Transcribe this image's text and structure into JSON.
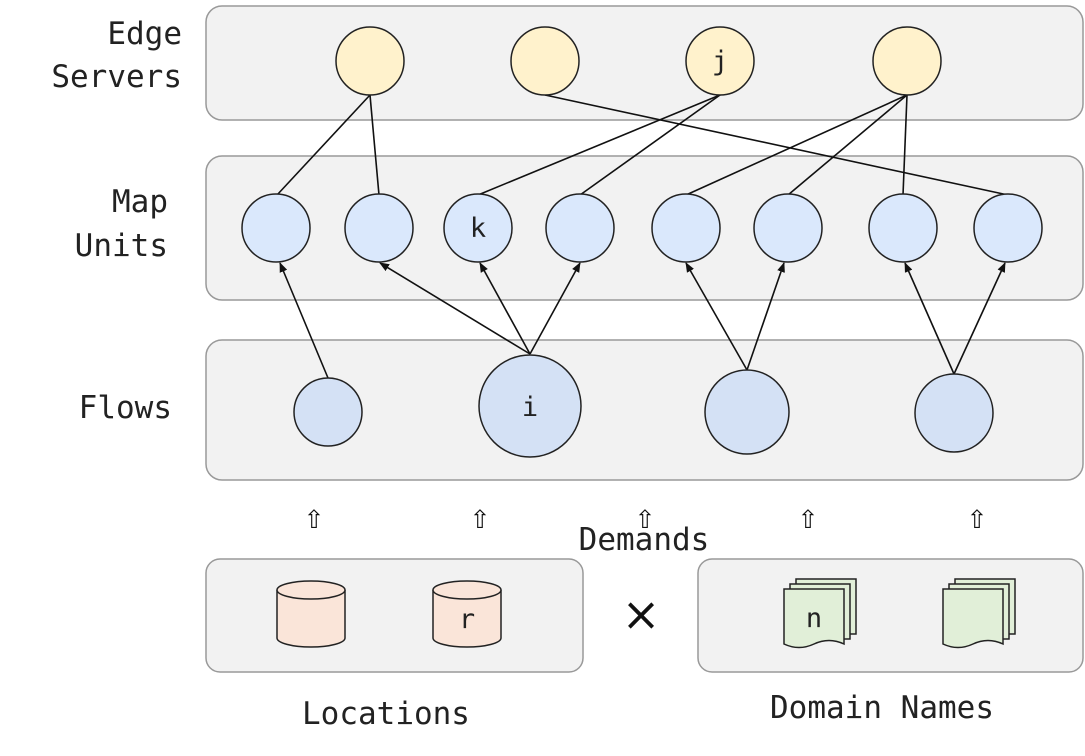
{
  "rows": {
    "edge_servers": {
      "label_line1": "Edge",
      "label_line2": "Servers"
    },
    "map_units": {
      "label_line1": "Map",
      "label_line2": "Units"
    },
    "flows": {
      "label": "Flows"
    }
  },
  "nodes": {
    "server_j": "j",
    "unit_k": "k",
    "flow_i": "i",
    "location_r": "r",
    "domain_n": "n"
  },
  "demands": {
    "label": "Demands",
    "arrow_glyph": "⇧"
  },
  "bottom": {
    "locations_caption": "Locations",
    "domains_caption": "Domain Names",
    "cross_glyph": "×"
  },
  "colors": {
    "edge_server_fill": "#fff2cc",
    "map_unit_fill": "#dae8fc",
    "flow_fill": "#d4e1f5",
    "location_fill": "#fae5d9",
    "domain_fill": "#e1efd8",
    "panel_fill": "#f2f2f2"
  }
}
